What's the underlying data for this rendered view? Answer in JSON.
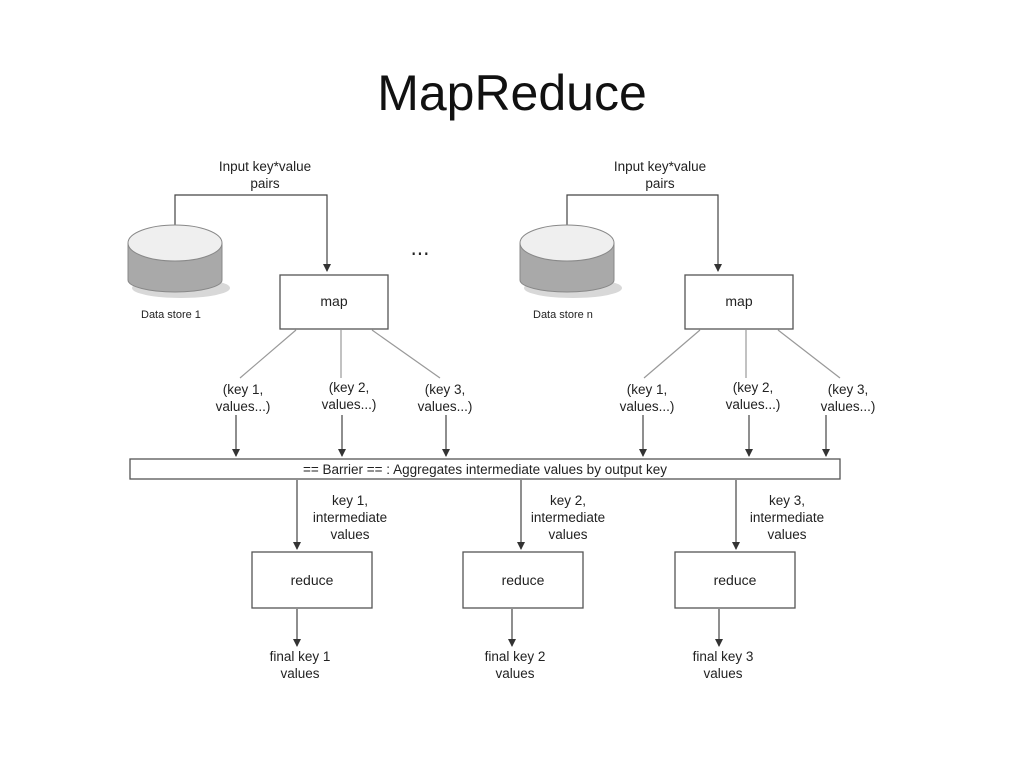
{
  "title": "MapReduce",
  "ellipsis": "...",
  "input_pairs_label": [
    "Input key*value",
    "pairs"
  ],
  "stores": [
    "Data store 1",
    "Data store n"
  ],
  "map_label": "map",
  "reduce_label": "reduce",
  "intermediate_pairs": [
    [
      "(key 1,",
      "values...)"
    ],
    [
      "(key 2,",
      "values...)"
    ],
    [
      "(key 3,",
      "values...)"
    ]
  ],
  "barrier_label": "== Barrier ==  : Aggregates intermediate values by output key",
  "reducer_inputs": [
    [
      "key 1,",
      "intermediate",
      "values"
    ],
    [
      "key 2,",
      "intermediate",
      "values"
    ],
    [
      "key 3,",
      "intermediate",
      "values"
    ]
  ],
  "final_outputs": [
    [
      "final key 1",
      "values"
    ],
    [
      "final key 2",
      "values"
    ],
    [
      "final key 3",
      "values"
    ]
  ]
}
